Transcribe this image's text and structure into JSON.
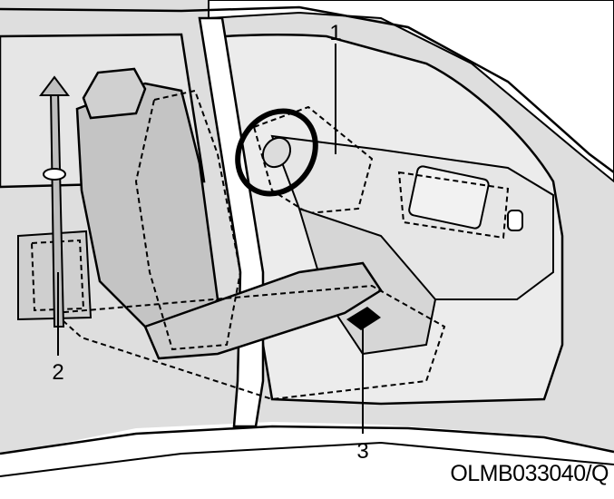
{
  "callouts": {
    "c1": "1",
    "c2": "2",
    "c3": "3"
  },
  "figure_code": "OLMB033040/Q",
  "colors": {
    "background": "#ffffff",
    "interior_fill": "#dedede",
    "seat_fill": "#c4c4c4",
    "pad_fill": "#d0d0d0",
    "line": "#000000"
  }
}
